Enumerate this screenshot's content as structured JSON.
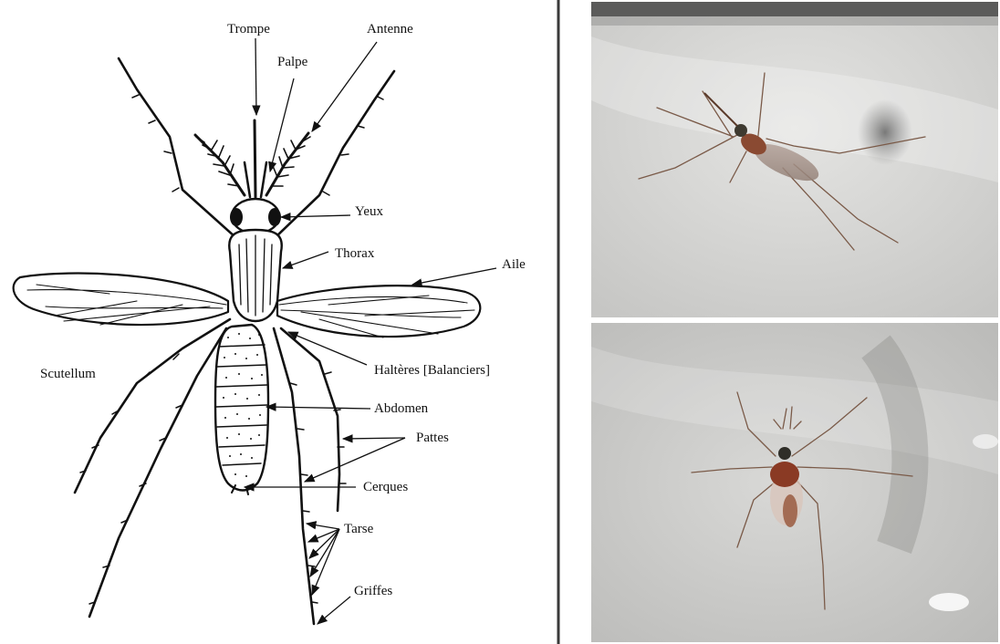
{
  "diagram": {
    "labels": {
      "trompe": "Trompe",
      "palpe": "Palpe",
      "antenne": "Antenne",
      "yeux": "Yeux",
      "thorax": "Thorax",
      "aile": "Aile",
      "scutellum": "Scutellum",
      "halteres": "Haltères [Balanciers]",
      "abdomen": "Abdomen",
      "pattes": "Pattes",
      "cerques": "Cerques",
      "tarse": "Tarse",
      "griffes": "Griffes"
    }
  },
  "photos": {
    "top": {
      "subject": "mosquito-photo-side-view"
    },
    "bottom": {
      "subject": "mosquito-photo-top-view"
    }
  },
  "colors": {
    "ink": "#111111",
    "paper": "#ffffff",
    "photo_background": "#d3d3d1",
    "insect_body": "#8a4a32",
    "divider": "#3a3a3a"
  }
}
